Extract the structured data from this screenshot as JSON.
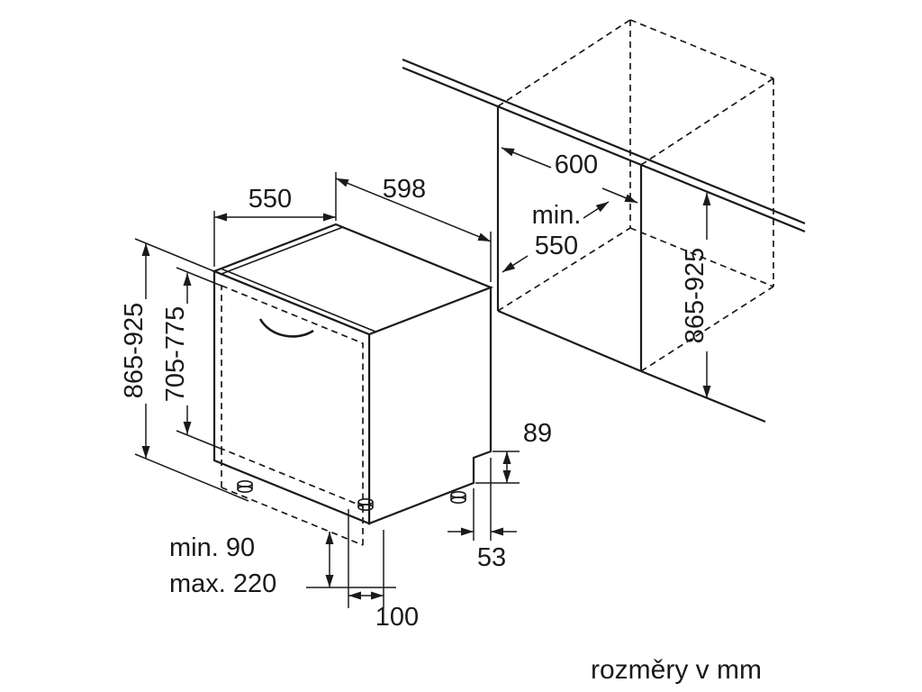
{
  "figure": {
    "caption": "rozměry v mm",
    "colors": {
      "line": "#1a1a1a",
      "background": "#ffffff"
    },
    "dimensions": {
      "top_depth": "550",
      "top_width": "598",
      "height_total": "865-925",
      "door_height": "705-775",
      "plinth_min": "min. 90",
      "plinth_max": "max. 220",
      "base_depth": "100",
      "step_height": "89",
      "step_depth": "53",
      "niche_width": "600",
      "niche_depth_min": "min.",
      "niche_depth_value": "550",
      "niche_height": "865-925"
    }
  }
}
